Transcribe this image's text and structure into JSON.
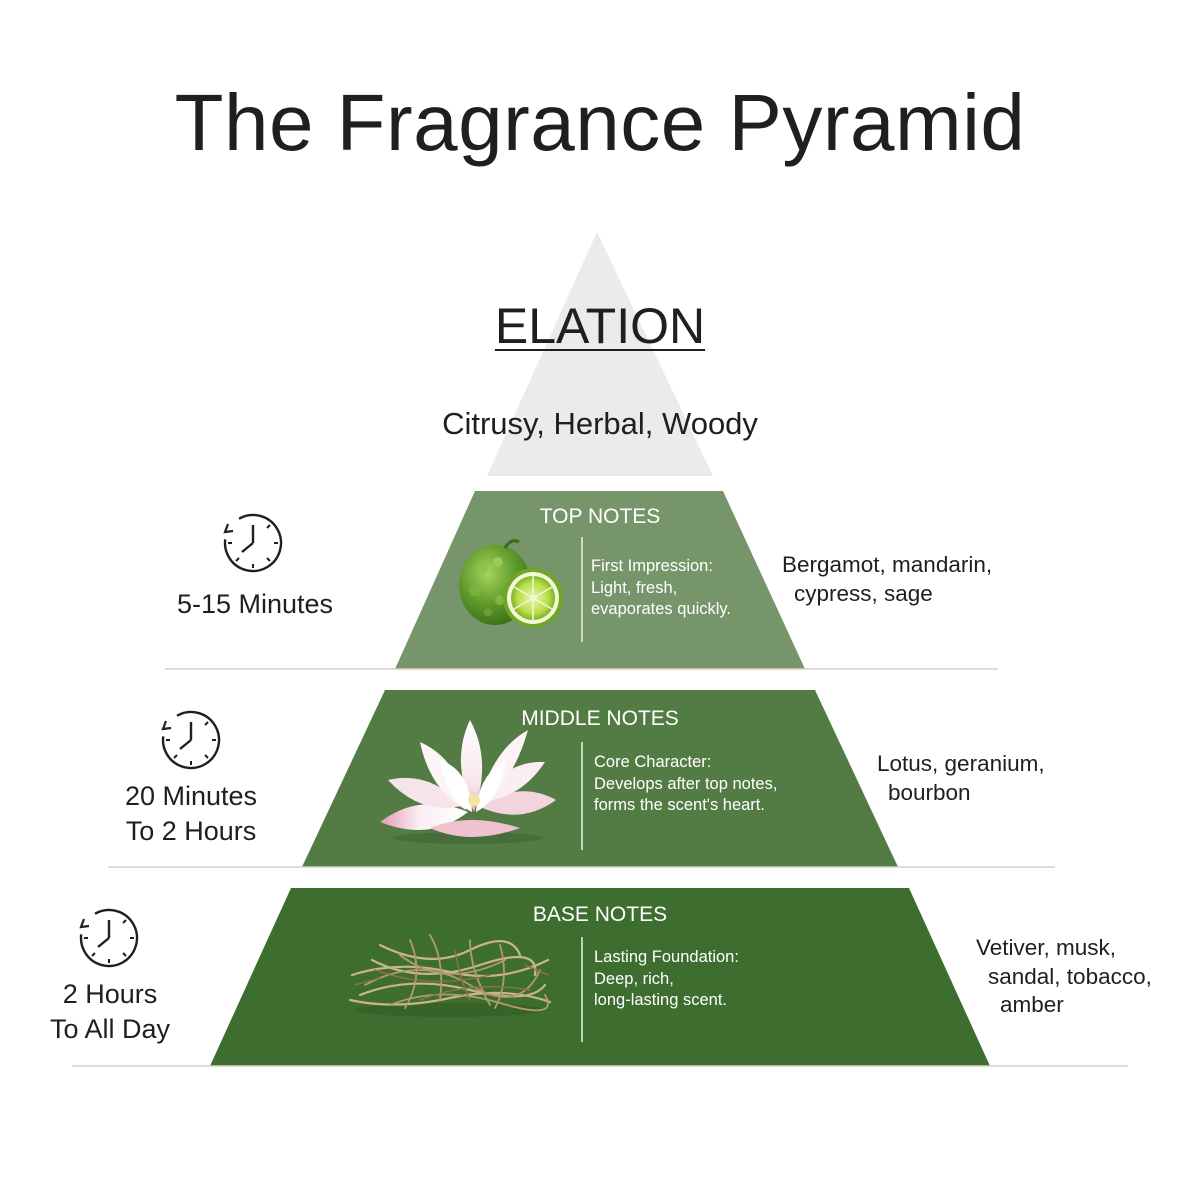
{
  "title": "The Fragrance Pyramid",
  "fragrance": {
    "name": "ELATION",
    "profile": "Citrusy, Herbal, Woody"
  },
  "colors": {
    "apex": "#e9ece8",
    "top": "#77956a",
    "middle": "#537c45",
    "base": "#3e6d30",
    "divider": "#d8cfc1",
    "text": "#1f1f1f"
  },
  "tiers": [
    {
      "label": "TOP NOTES",
      "icon": "bergamot-image",
      "description": "First Impression:\nLight, fresh,\nevaporates quickly.",
      "duration": "5-15 Minutes",
      "notes_lines": [
        "Bergamot, mandarin,",
        "cypress, sage"
      ]
    },
    {
      "label": "MIDDLE NOTES",
      "icon": "lotus-image",
      "description": "Core Character:\nDevelops after top notes,\nforms the scent's heart.",
      "duration": "20 Minutes\nTo 2 Hours",
      "notes_lines": [
        "Lotus, geranium,",
        "bourbon"
      ]
    },
    {
      "label": "BASE NOTES",
      "icon": "vetiver-roots-image",
      "description": "Lasting Foundation:\nDeep, rich,\nlong-lasting scent.",
      "duration": "2 Hours\nTo All Day",
      "notes_lines": [
        "Vetiver, musk,",
        "sandal, tobacco,",
        "amber"
      ]
    }
  ]
}
